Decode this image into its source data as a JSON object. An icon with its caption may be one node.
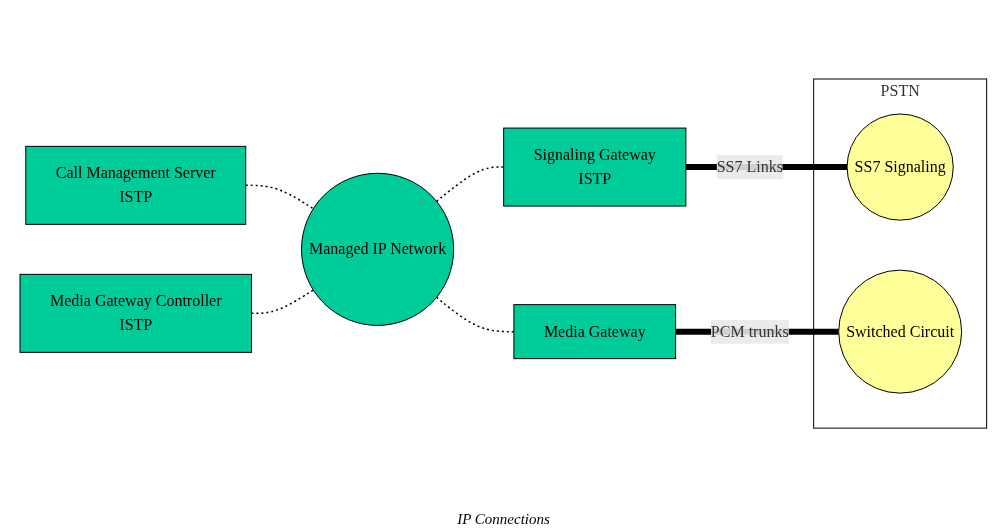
{
  "diagram": {
    "nodes": [
      {
        "text": [
          "Call Management Server",
          "ISTP"
        ]
      },
      {
        "text": [
          "Media Gateway Controller",
          "ISTP"
        ]
      },
      {
        "text": [
          "Managed IP Network"
        ]
      },
      {
        "text": [
          "Signaling Gateway",
          "ISTP"
        ]
      },
      {
        "text": [
          "Media Gateway"
        ]
      },
      {
        "text": [
          "PSTN"
        ]
      },
      {
        "text": [
          "SS7 Signaling"
        ],
        "in": 5
      },
      {
        "text": [
          "Switched Circuit"
        ],
        "in": 5
      }
    ],
    "edges": [
      {
        "from": 0,
        "to": 2,
        "arrow": "none",
        "style": "dashed"
      },
      {
        "from": 1,
        "to": 2,
        "arrow": "none",
        "style": "dashed"
      },
      {
        "from": 2,
        "to": 3,
        "arrow": "none",
        "style": "dashed"
      },
      {
        "from": 2,
        "to": 4,
        "arrow": "none",
        "style": "dashed"
      },
      {
        "from": 3,
        "to": 6,
        "arrow": "none",
        "style": "thick",
        "label": "SS7 Links"
      },
      {
        "from": 4,
        "to": 7,
        "arrow": "none",
        "style": "thick",
        "label": "PCM trunks"
      }
    ],
    "labels": [
      "IP Connections"
    ]
  }
}
